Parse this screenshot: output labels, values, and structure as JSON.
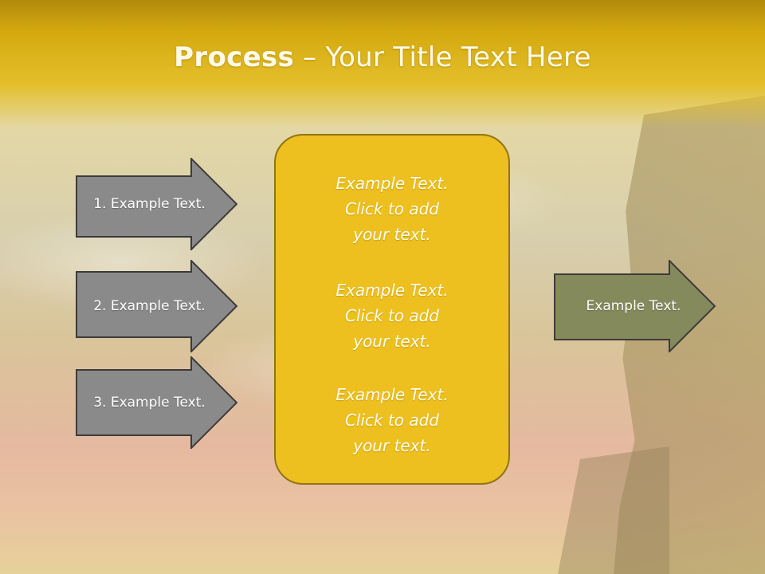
{
  "title": {
    "bold": "Process",
    "dash": " – ",
    "rest": "Your Title Text Here"
  },
  "left_arrows": [
    {
      "label": "1. Example Text."
    },
    {
      "label": "2. Example Text."
    },
    {
      "label": "3. Example Text."
    }
  ],
  "center_box": {
    "blocks": [
      {
        "lines": [
          "Example Text.",
          "Click  to add",
          "your text."
        ]
      },
      {
        "lines": [
          "Example Text.",
          "Click  to add",
          "your text."
        ]
      },
      {
        "lines": [
          "Example Text.",
          "Click  to add",
          "your text."
        ]
      }
    ]
  },
  "right_arrow": {
    "label": "Example Text."
  },
  "colors": {
    "title_bar": "#d4a90f",
    "center_box_fill": "#edc020",
    "center_box_border": "#8f7514",
    "left_arrow_fill": "#8a8a8a",
    "right_arrow_fill": "#858a5c",
    "arrow_border": "#3b3b3b"
  }
}
